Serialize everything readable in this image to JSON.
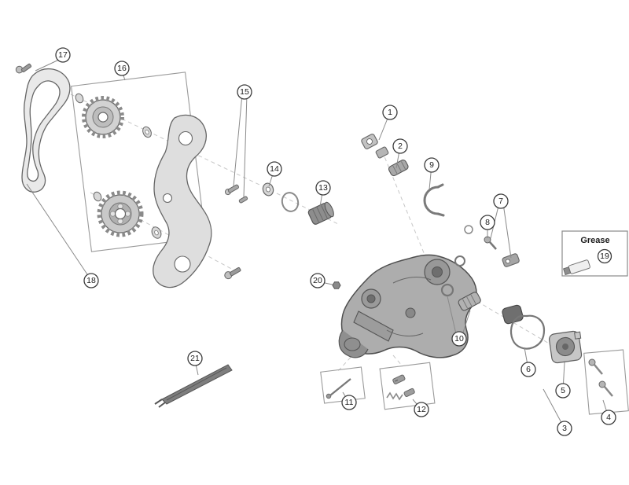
{
  "figure": {
    "grease_label": "Grease",
    "callouts": {
      "c1": "1",
      "c2": "2",
      "c3": "3",
      "c4": "4",
      "c5": "5",
      "c6": "6",
      "c7": "7",
      "c8": "8",
      "c9": "9",
      "c10": "10",
      "c11": "11",
      "c12": "12",
      "c13": "13",
      "c14": "14",
      "c15": "15",
      "c16": "16",
      "c17": "17",
      "c18": "18",
      "c19": "19",
      "c20": "20",
      "c21": "21"
    }
  }
}
